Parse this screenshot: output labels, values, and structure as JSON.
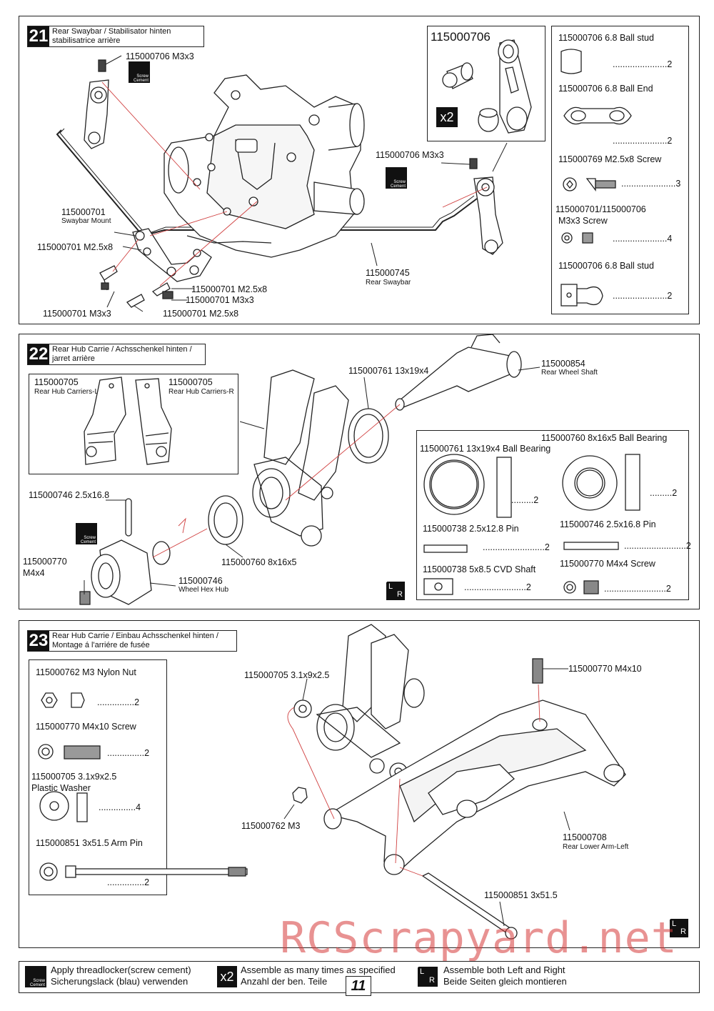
{
  "step21": {
    "number": "21",
    "title_l1": "Rear Swaybar / Stabilisator hinten",
    "title_l2": "stabilisatrice arrière",
    "lbl_top_m3x3": "115000706 M3x3",
    "lbl_mount_code": "115000701",
    "lbl_mount_name": "Swaybar Mount",
    "lbl_m25x8_left": "115000701 M2.5x8",
    "lbl_m25x8_mid": "115000701 M2.5x8",
    "lbl_m3x3_mid": "115000701 M3x3",
    "lbl_m3x3_bot": "115000701 M3x3",
    "lbl_m25x8_bot": "115000701 M2.5x8",
    "lbl_swaybar_code": "115000745",
    "lbl_swaybar_name": "Rear Swaybar",
    "lbl_right_m3x3": "115000706 M3x3",
    "inset_code": "115000706",
    "inset_qty": "x2",
    "parts": [
      {
        "name": "115000706  6.8 Ball stud",
        "qty": "......................2"
      },
      {
        "name": "115000706  6.8 Ball End",
        "qty": "......................2"
      },
      {
        "name": "115000769  M2.5x8 Screw",
        "qty": "......................3"
      },
      {
        "name": "115000701/115000706",
        "name2": "M3x3 Screw",
        "qty": "......................4"
      },
      {
        "name": "115000706  6.8 Ball stud",
        "qty": "......................2"
      }
    ]
  },
  "step22": {
    "number": "22",
    "title_l1": "Rear Hub Carrie / Achsschenkel hinten /",
    "title_l2": "jarret arrière",
    "carrier_l_code": "115000705",
    "carrier_l_name": "Rear Hub Carriers-L",
    "carrier_r_code": "115000705",
    "carrier_r_name": "Rear Hub Carriers-R",
    "lbl_bearing_big": "115000761 13x19x4",
    "lbl_shaft_code": "115000854",
    "lbl_shaft_name": "Rear Wheel Shaft",
    "lbl_pin": "115000746 2.5x16.8",
    "lbl_screw_code": "115000770",
    "lbl_screw_size": "M4x4",
    "lbl_bearing_small": "115000760 8x16x5",
    "lbl_hex_code": "115000746",
    "lbl_hex_name": "Wheel Hex Hub",
    "parts": [
      {
        "name": "115000760  8x16x5 Ball Bearing",
        "qty": ".........2"
      },
      {
        "name": "115000761  13x19x4 Ball Bearing",
        "qty": ".........2"
      },
      {
        "name": "115000738  2.5x12.8 Pin",
        "qty": ".........................2"
      },
      {
        "name": "115000746  2.5x16.8 Pin",
        "qty": ".........................2"
      },
      {
        "name": "115000738  5x8.5 CVD Shaft",
        "qty": ".........................2"
      },
      {
        "name": "115000770  M4x4 Screw",
        "qty": ".........................2"
      }
    ],
    "lr_l": "L",
    "lr_r": "R"
  },
  "step23": {
    "number": "23",
    "title_l1": "Rear Hub Carrie / Einbau Achsschenkel hinten /",
    "title_l2": "Montage á l'arriére de fusée",
    "parts": [
      {
        "name": "115000762  M3 Nylon Nut",
        "qty": "...............2"
      },
      {
        "name": "115000770  M4x10 Screw",
        "qty": "...............2"
      },
      {
        "name": "115000705  3.1x9x2.5",
        "name2": "Plastic Washer",
        "qty": "...............4"
      },
      {
        "name": "115000851  3x51.5 Arm Pin",
        "qty": "...............2"
      }
    ],
    "lbl_washer": "115000705 3.1x9x2.5",
    "lbl_screw": "115000770 M4x10",
    "lbl_nut": "115000762 M3",
    "lbl_arm_code": "115000708",
    "lbl_arm_name": "Rear Lower Arm-Left",
    "lbl_armpin": "115000851 3x51.5",
    "lr_l": "L",
    "lr_r": "R"
  },
  "footer": {
    "cement_l1": "Apply threadlocker(screw cement)",
    "cement_l2": "Sicherungslack (blau) verwenden",
    "x2_label": "x2",
    "x2_l1": "Assemble as many times as specified",
    "x2_l2": "Anzahl der ben. Teile",
    "lr_l1": "Assemble both Left and Right",
    "lr_l2": "Beide Seiten gleich montieren",
    "page_number": "11"
  },
  "icons": {
    "cement_text": "Screw Cement"
  },
  "watermark": "RCScrapyard.net"
}
